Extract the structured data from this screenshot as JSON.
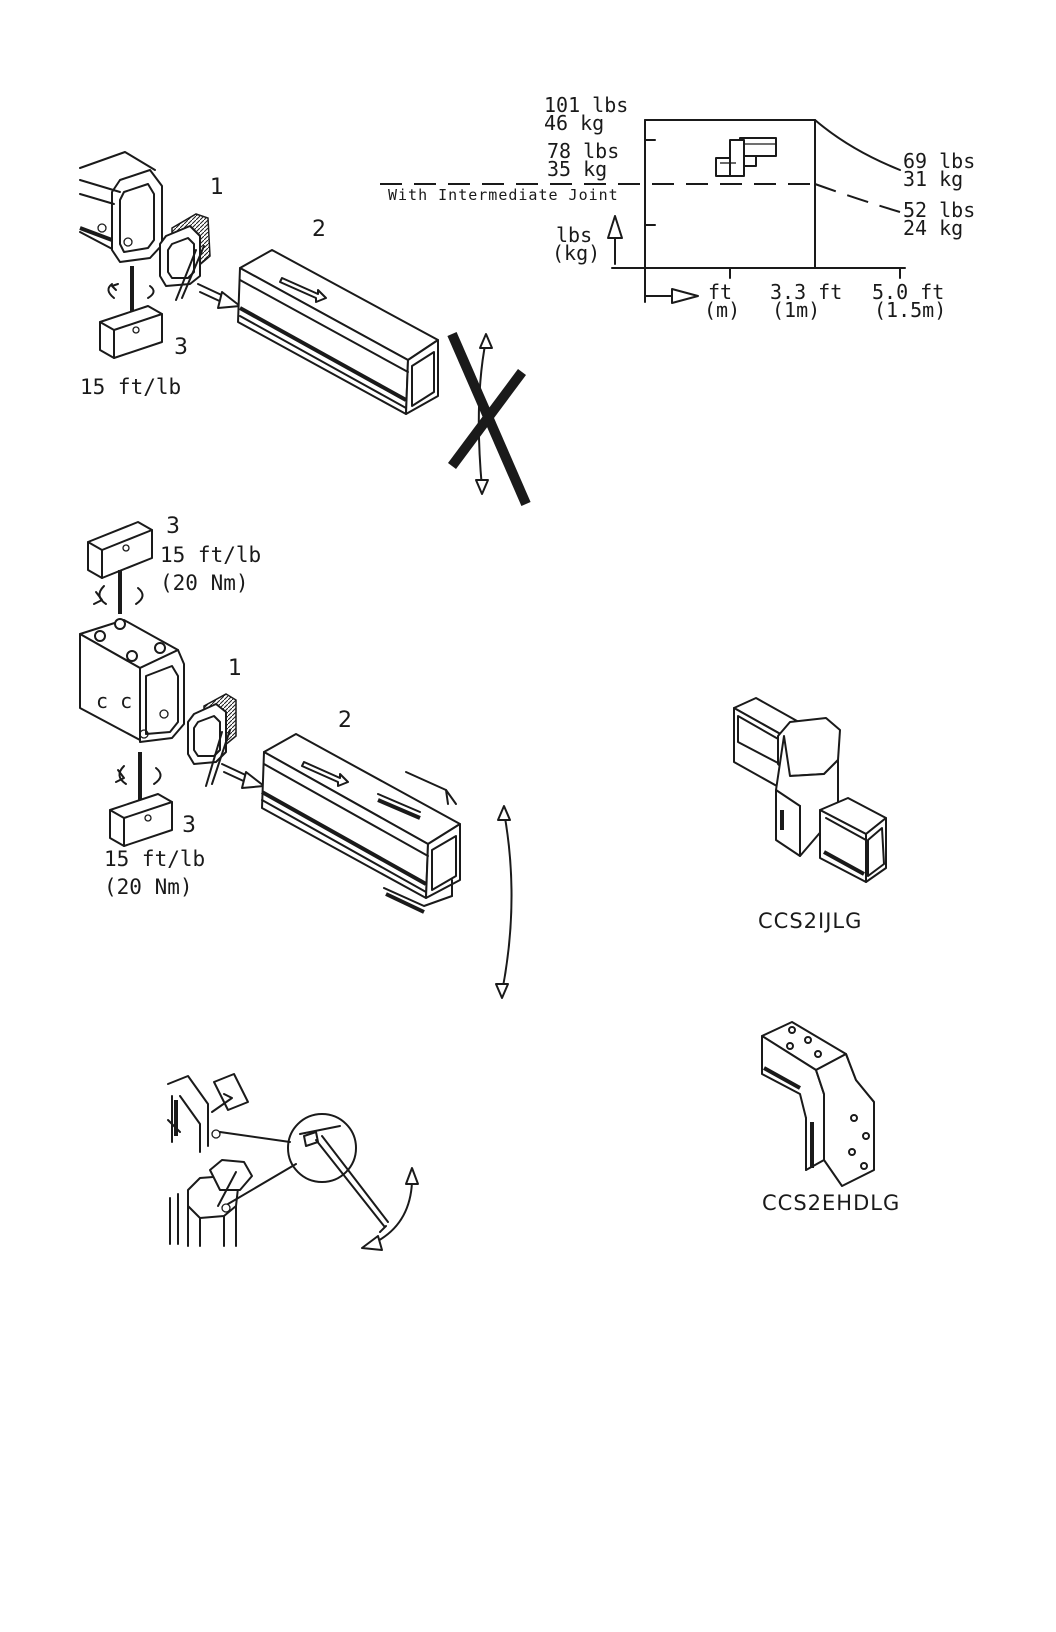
{
  "load_chart": {
    "loads": {
      "top_lbs": "101 lbs",
      "top_kg": "46 kg",
      "mid_lbs": "78 lbs",
      "mid_kg": "35 kg",
      "right_top_lbs": "69 lbs",
      "right_top_kg": "31 kg",
      "right_low_lbs": "52 lbs",
      "right_low_kg": "24 kg"
    },
    "intermediate_joint_label": "With Intermediate Joint",
    "y_axis_unit": "lbs",
    "y_axis_unit_metric": "(kg)",
    "x_axis_unit": "ft",
    "x_axis_unit_metric": "(m)",
    "x_tick_1": "3.3 ft",
    "x_tick_1_metric": "(1m)",
    "x_tick_2": "5.0 ft",
    "x_tick_2_metric": "(1.5m)"
  },
  "step1": {
    "callout_1": "1",
    "callout_2": "2",
    "callout_3": "3",
    "torque": "15 ft/lb"
  },
  "step2": {
    "callout_3_top": "3",
    "torque_top": "15 ft/lb",
    "torque_top_metric": "(20 Nm)",
    "callout_1": "1",
    "callout_2": "2",
    "callout_3_bottom": "3",
    "torque_bottom": "15 ft/lb",
    "torque_bottom_metric": "(20 Nm)"
  },
  "parts": {
    "intermediate_joint": "CCS2IJLG",
    "elbow": "CCS2EHDLG"
  }
}
